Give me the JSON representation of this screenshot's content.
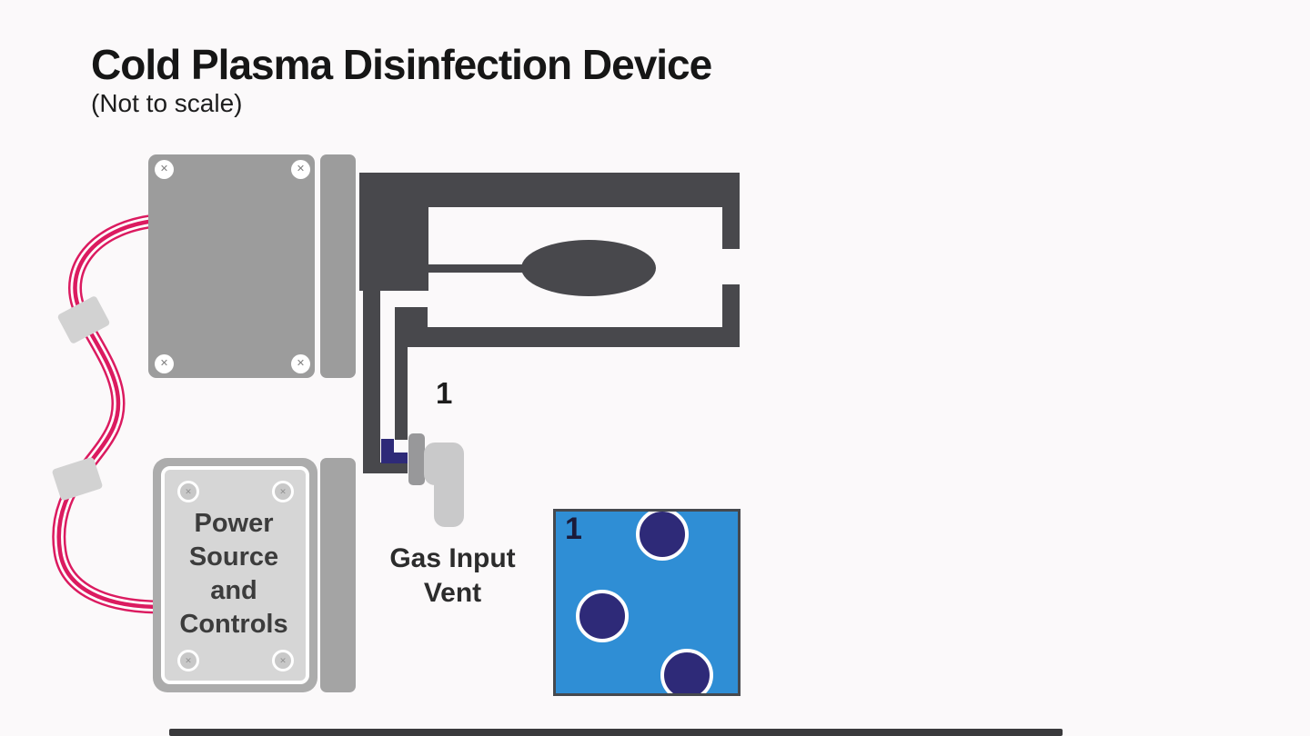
{
  "header": {
    "title": "Cold Plasma Disinfection Device",
    "subtitle": "(Not to scale)"
  },
  "diagram": {
    "power_box_label": {
      "lines": [
        "Power",
        "Source",
        "and",
        "Controls"
      ]
    },
    "gas_vent_label": {
      "lines": [
        "Gas Input",
        "Vent"
      ],
      "marker": "1"
    },
    "sample_box": {
      "marker": "1"
    },
    "colors": {
      "background": "#fbf9fa",
      "chamber_dark": "#48484c",
      "device_gray": "#9c9c9c",
      "panel_light_gray": "#d6d6d6",
      "wire_pink": "#db1b60",
      "gas_navy": "#2e2a78",
      "sample_blue": "#2f8ed5",
      "connector_gray": "#d2d2d2",
      "vent_pipe_gray": "#c9c9ca"
    }
  }
}
